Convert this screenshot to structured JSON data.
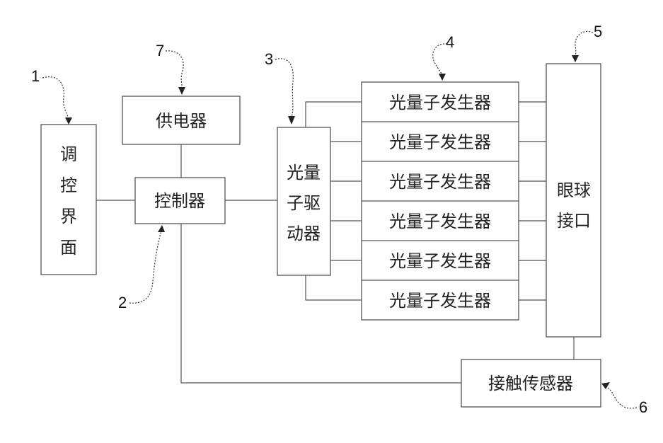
{
  "control_interface": {
    "label_chars": [
      "调",
      "控",
      "界",
      "面"
    ],
    "ref": "1"
  },
  "controller": {
    "label": "控制器",
    "ref": "2"
  },
  "driver": {
    "label_lines": [
      "光量",
      "子驱",
      "动器"
    ],
    "ref": "3"
  },
  "generators": {
    "ref": "4",
    "items": [
      "光量子发生器",
      "光量子发生器",
      "光量子发生器",
      "光量子发生器",
      "光量子发生器",
      "光量子发生器"
    ]
  },
  "eye_interface": {
    "label_lines": [
      "眼球",
      "接口"
    ],
    "ref": "5"
  },
  "contact_sensor": {
    "label": "接触传感器",
    "ref": "6"
  },
  "power_supply": {
    "label": "供电器",
    "ref": "7"
  }
}
